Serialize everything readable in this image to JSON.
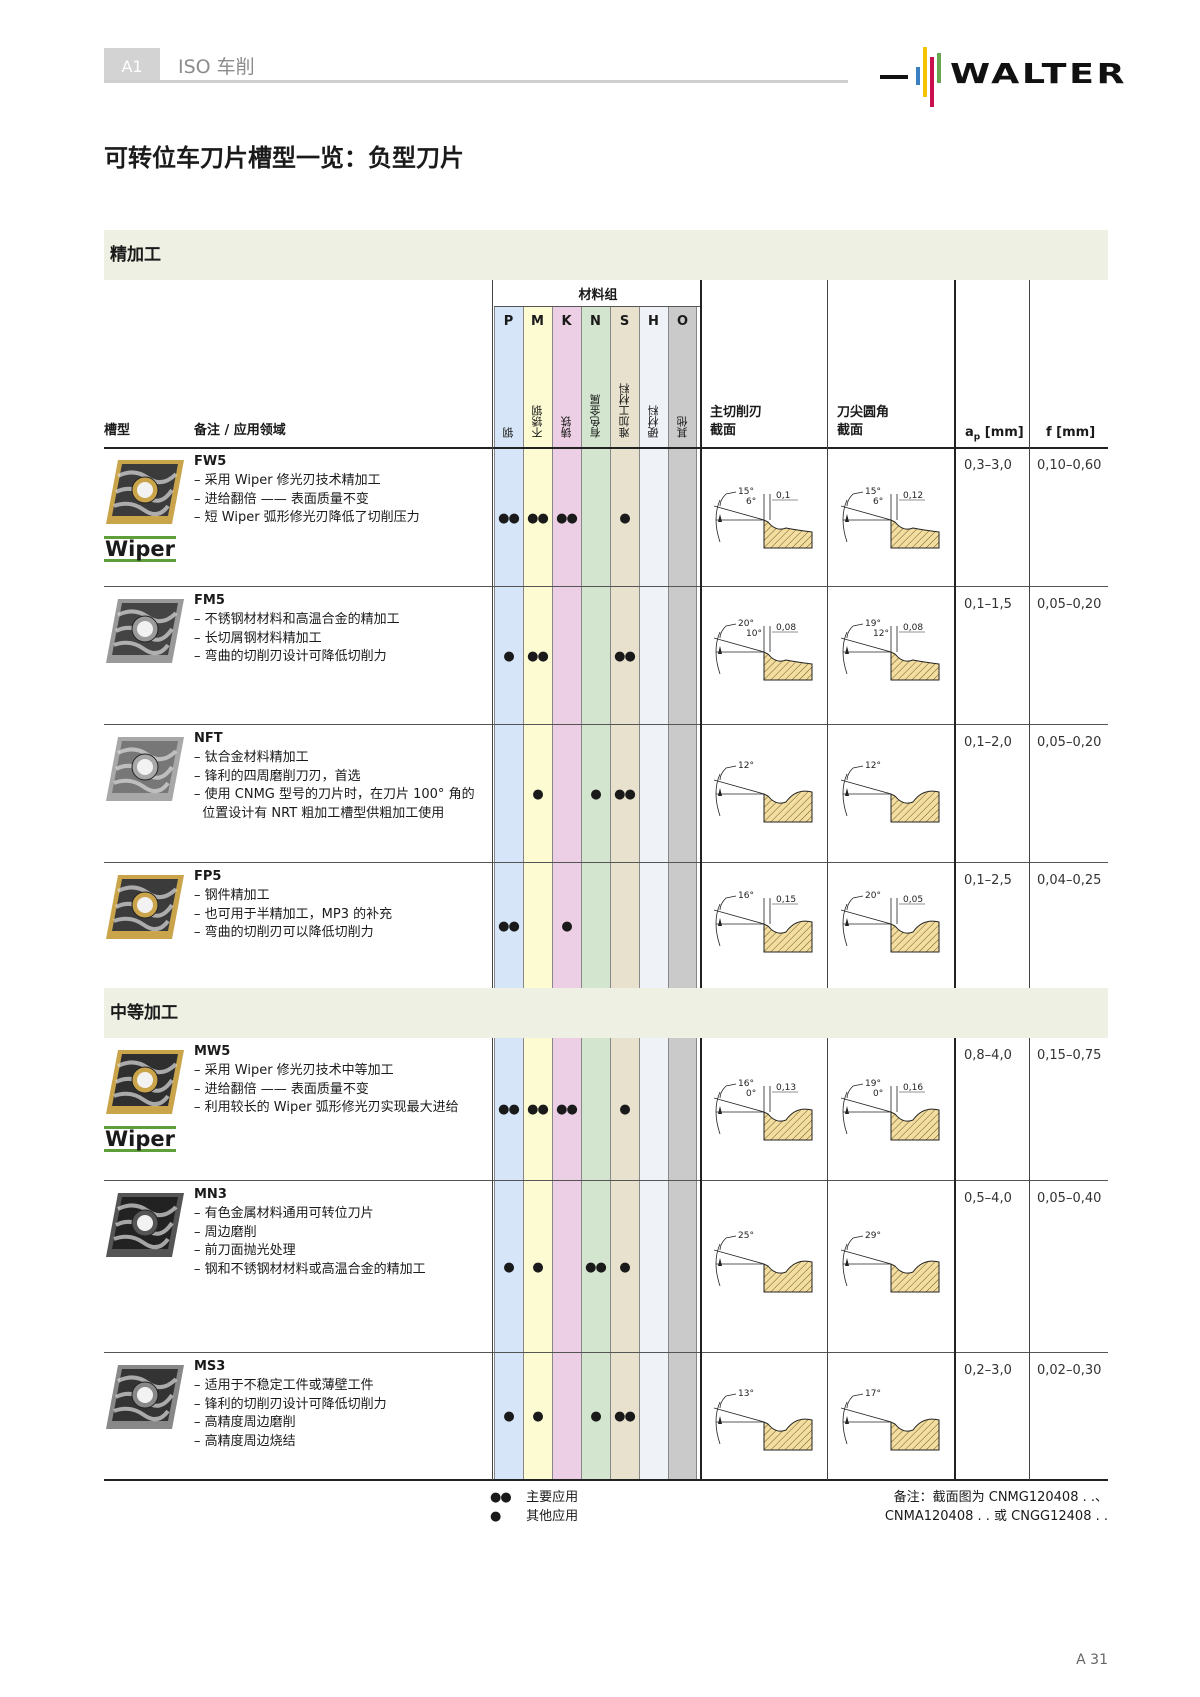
{
  "header": {
    "chapter_tab": "A1",
    "section": "ISO 车削",
    "brand": "WALTER",
    "brand_colors": {
      "blue": "#3a7fc1",
      "yellow": "#f2c500",
      "red": "#c8104f",
      "green": "#6aa84f"
    }
  },
  "page_title": "可转位车刀片槽型一览：负型刀片",
  "material_group": {
    "title": "材料组",
    "columns": [
      {
        "letter": "P",
        "name": "钢",
        "color": "#d6e6f8"
      },
      {
        "letter": "M",
        "name": "不锈钢",
        "color": "#fdfbd2"
      },
      {
        "letter": "K",
        "name": "铸铁",
        "color": "#eccfe4"
      },
      {
        "letter": "N",
        "name": "有色金属",
        "color": "#d3e4cf"
      },
      {
        "letter": "S",
        "name": "难加工材料",
        "color": "#e8e1cd"
      },
      {
        "letter": "H",
        "name": "硬材料",
        "color": "#eff2f6"
      },
      {
        "letter": "O",
        "name": "其他",
        "color": "#cacaca"
      }
    ]
  },
  "columns": {
    "geometry": "槽型",
    "notes": "备注 / 应用领域",
    "main_edge_l1": "主切削刃",
    "main_edge_l2": "截面",
    "corner_l1": "刀尖圆角",
    "corner_l2": "截面",
    "ap": "ap [mm]",
    "f": "f [mm]"
  },
  "sections": [
    {
      "title": "精加工",
      "rows": [
        {
          "code": "FW5",
          "notes": [
            "– 采用 Wiper 修光刃技术精加工",
            "– 进给翻倍 —— 表面质量不变",
            "– 短 Wiper 弧形修光刃降低了切削压力"
          ],
          "badge": "Wiper",
          "materials": {
            "P": "●●",
            "M": "●●",
            "K": "●●",
            "N": "",
            "S": "●",
            "H": "",
            "O": ""
          },
          "main_edge": {
            "angles": [
              "15°",
              "6°"
            ],
            "land": "0,1"
          },
          "corner": {
            "angles": [
              "15°",
              "6°"
            ],
            "land": "0,12"
          },
          "ap": "0,3–3,0",
          "f": "0,10–0,60"
        },
        {
          "code": "FM5",
          "notes": [
            "– 不锈钢材材料和高温合金的精加工",
            "– 长切屑钢材料精加工",
            "– 弯曲的切削刃设计可降低切削力"
          ],
          "materials": {
            "P": "●",
            "M": "●●",
            "K": "",
            "N": "",
            "S": "●●",
            "H": "",
            "O": ""
          },
          "main_edge": {
            "angles": [
              "20°",
              "10°"
            ],
            "land": "0,08"
          },
          "corner": {
            "angles": [
              "19°",
              "12°"
            ],
            "land": "0,08"
          },
          "ap": "0,1–1,5",
          "f": "0,05–0,20"
        },
        {
          "code": "NFT",
          "notes": [
            "– 钛合金材料精加工",
            "– 锋利的四周磨削刀刃，首选",
            "– 使用 CNMG 型号的刀片时，在刀片 100° 角的",
            "  位置设计有 NRT 粗加工槽型供粗加工使用"
          ],
          "materials": {
            "P": "",
            "M": "●",
            "K": "",
            "N": "●",
            "S": "●●",
            "H": "",
            "O": ""
          },
          "main_edge": {
            "angles": [
              "12°"
            ],
            "land": ""
          },
          "corner": {
            "angles": [
              "12°"
            ],
            "land": ""
          },
          "ap": "0,1–2,0",
          "f": "0,05–0,20"
        },
        {
          "code": "FP5",
          "notes": [
            "– 钢件精加工",
            "– 也可用于半精加工，MP3 的补充",
            "– 弯曲的切削刃可以降低切削力"
          ],
          "materials": {
            "P": "●●",
            "M": "",
            "K": "●",
            "N": "",
            "S": "",
            "H": "",
            "O": ""
          },
          "main_edge": {
            "angles": [
              "16°"
            ],
            "land": "0,15"
          },
          "corner": {
            "angles": [
              "20°"
            ],
            "land": "0,05"
          },
          "ap": "0,1–2,5",
          "f": "0,04–0,25"
        }
      ]
    },
    {
      "title": "中等加工",
      "rows": [
        {
          "code": "MW5",
          "notes": [
            "– 采用 Wiper 修光刃技术中等加工",
            "– 进给翻倍 —— 表面质量不变",
            "– 利用较长的 Wiper 弧形修光刃实现最大进给"
          ],
          "badge": "Wiper",
          "materials": {
            "P": "●●",
            "M": "●●",
            "K": "●●",
            "N": "",
            "S": "●",
            "H": "",
            "O": ""
          },
          "main_edge": {
            "angles": [
              "16°",
              "0°"
            ],
            "land": "0,13"
          },
          "corner": {
            "angles": [
              "19°",
              "0°"
            ],
            "land": "0,16"
          },
          "ap": "0,8–4,0",
          "f": "0,15–0,75"
        },
        {
          "code": "MN3",
          "notes": [
            "– 有色金属材料通用可转位刀片",
            "– 周边磨削",
            "– 前刀面抛光处理",
            "– 钢和不锈钢材材料或高温合金的精加工"
          ],
          "materials": {
            "P": "●",
            "M": "●",
            "K": "",
            "N": "●●",
            "S": "●",
            "H": "",
            "O": ""
          },
          "main_edge": {
            "angles": [
              "25°"
            ],
            "land": ""
          },
          "corner": {
            "angles": [
              "29°"
            ],
            "land": ""
          },
          "ap": "0,5–4,0",
          "f": "0,05–0,40"
        },
        {
          "code": "MS3",
          "notes": [
            "– 适用于不稳定工件或薄壁工件",
            "– 锋利的切削刃设计可降低切削力",
            "– 高精度周边磨削",
            "– 高精度周边烧结"
          ],
          "materials": {
            "P": "●",
            "M": "●",
            "K": "",
            "N": "●",
            "S": "●●",
            "H": "",
            "O": ""
          },
          "main_edge": {
            "angles": [
              "13°"
            ],
            "land": ""
          },
          "corner": {
            "angles": [
              "17°"
            ],
            "land": ""
          },
          "ap": "0,2–3,0",
          "f": "0,02–0,30"
        }
      ]
    }
  ],
  "legend": [
    {
      "symbol": "●●",
      "label": "主要应用"
    },
    {
      "symbol": "●",
      "label": "其他应用"
    }
  ],
  "footnote": {
    "line1": "备注：截面图为 CNMG120408 . .、",
    "line2": "CNMA120408 . . 或 CNGG12408 . ."
  },
  "page_number": "A 31"
}
